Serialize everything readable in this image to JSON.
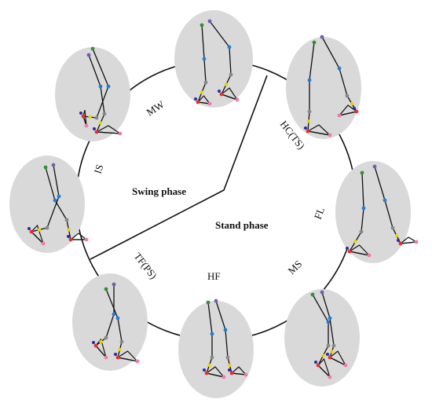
{
  "diagram": {
    "phase_labels": {
      "swing": "Swing phase",
      "stand": "Stand phase"
    },
    "stage_labels": {
      "mw": "MW",
      "hc": "HC(TS)",
      "fl": "FL",
      "ms": "MS",
      "hf": "HF",
      "tf": "TF(PS)",
      "is": "IS"
    },
    "colors": {
      "ellipse_fill": "#d9d9d9",
      "line": "#111111",
      "joint_head": "#2f8f3a",
      "joint_head_alt": "#6b5fb0",
      "joint_hip": "#1f7fd6",
      "joint_knee": "#888888",
      "joint_ankle": "#e8d400",
      "joint_toe": "#e53030",
      "joint_heel": "#2a2aa0",
      "joint_tip": "#f07ab0"
    }
  }
}
